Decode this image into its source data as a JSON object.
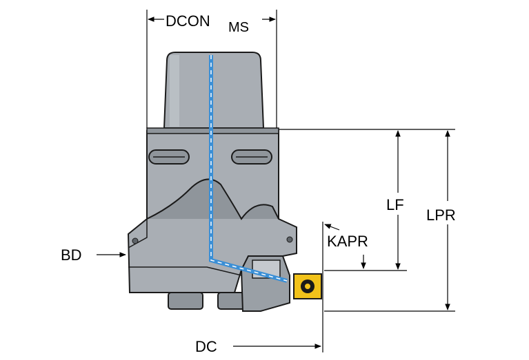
{
  "labels": {
    "dcon": "DCON",
    "dcon_sub": "MS",
    "lf": "LF",
    "lpr": "LPR",
    "kapr": "KAPR",
    "bd": "BD",
    "dc": "DC"
  },
  "colors": {
    "body_fill": "#a9aeb4",
    "body_dark": "#8f959b",
    "body_light": "#c5c9ce",
    "outline": "#1a1a1a",
    "coolant": "#3a8fd6",
    "insert": "#f2c21a"
  }
}
